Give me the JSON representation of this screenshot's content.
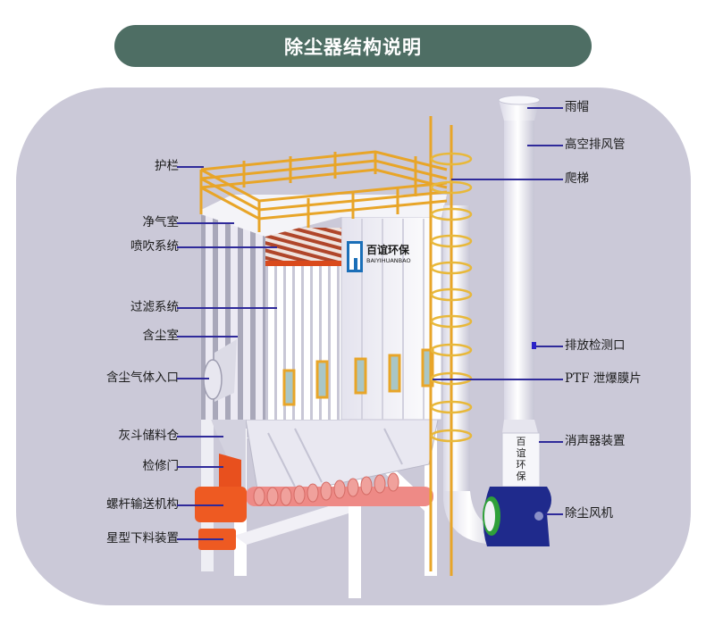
{
  "title": "除尘器结构说明",
  "logo": {
    "name_cn": "百谊环保",
    "name_en": "BAIYIHUANBAO",
    "muffler_text": [
      "百",
      "谊",
      "环",
      "保"
    ]
  },
  "labels_left": [
    {
      "id": "guardrail",
      "text": "护栏"
    },
    {
      "id": "clean-air-chamber",
      "text": "净气室"
    },
    {
      "id": "pulse-jet-system",
      "text": "喷吹系统"
    },
    {
      "id": "filter-system",
      "text": "过滤系统"
    },
    {
      "id": "dusty-chamber",
      "text": "含尘室"
    },
    {
      "id": "dusty-gas-inlet",
      "text": "含尘气体入口"
    },
    {
      "id": "ash-hopper",
      "text": "灰斗储料仓"
    },
    {
      "id": "access-door",
      "text": "检修门"
    },
    {
      "id": "screw-conveyor",
      "text": "螺杆输送机构"
    },
    {
      "id": "star-discharge-valve",
      "text": "星型下料装置"
    }
  ],
  "labels_right": [
    {
      "id": "rain-cap",
      "text": "雨帽"
    },
    {
      "id": "exhaust-stack",
      "text": "高空排风管"
    },
    {
      "id": "ladder",
      "text": "爬梯"
    },
    {
      "id": "emission-test-port",
      "text": "排放检测口"
    },
    {
      "id": "ptf-explosion-vent",
      "text": "PTF 泄爆膜片"
    },
    {
      "id": "silencer",
      "text": "消声器装置"
    },
    {
      "id": "dust-fan",
      "text": "除尘风机"
    }
  ],
  "colors": {
    "title_bg": "#4e6e64",
    "panel_bg": "#cbc9d8",
    "leader": "#2f2a9a",
    "rail": "#e8a528",
    "orange": "#e8501e",
    "fan": "#1f2a8c",
    "logo_blue": "#1b6fb8"
  }
}
